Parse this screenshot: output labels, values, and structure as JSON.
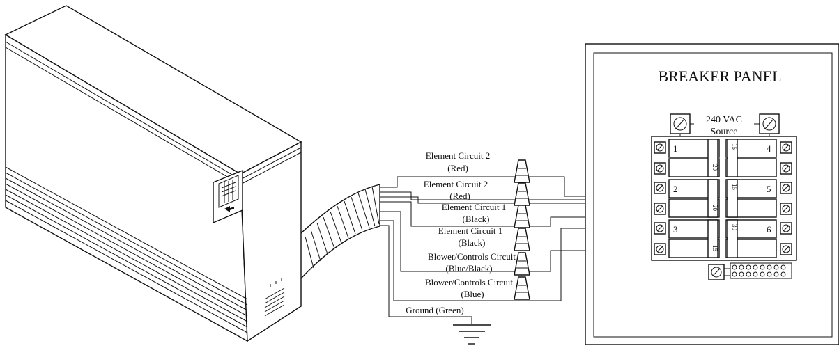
{
  "panel": {
    "title": "BREAKER PANEL",
    "source_label_line1": "240 VAC",
    "source_label_line2": "Source"
  },
  "breakers": [
    {
      "position": "1",
      "rating": "20"
    },
    {
      "position": "4",
      "rating": "15"
    },
    {
      "position": "2",
      "rating": "20"
    },
    {
      "position": "5",
      "rating": "15"
    },
    {
      "position": "3",
      "rating": "15"
    },
    {
      "position": "6",
      "rating": "30"
    }
  ],
  "wires": [
    {
      "name": "Element Circuit 2",
      "color": "(Red)"
    },
    {
      "name": "Element Circuit 2",
      "color": "(Red)"
    },
    {
      "name": "Element Circuit 1",
      "color": "(Black)"
    },
    {
      "name": "Element Circuit 1",
      "color": "(Black)"
    },
    {
      "name": "Blower/Controls Circuit",
      "color": "(Blue/Black)"
    },
    {
      "name": "Blower/Controls Circuit",
      "color": "(Blue)"
    }
  ],
  "ground": {
    "label": "Ground (Green)"
  }
}
